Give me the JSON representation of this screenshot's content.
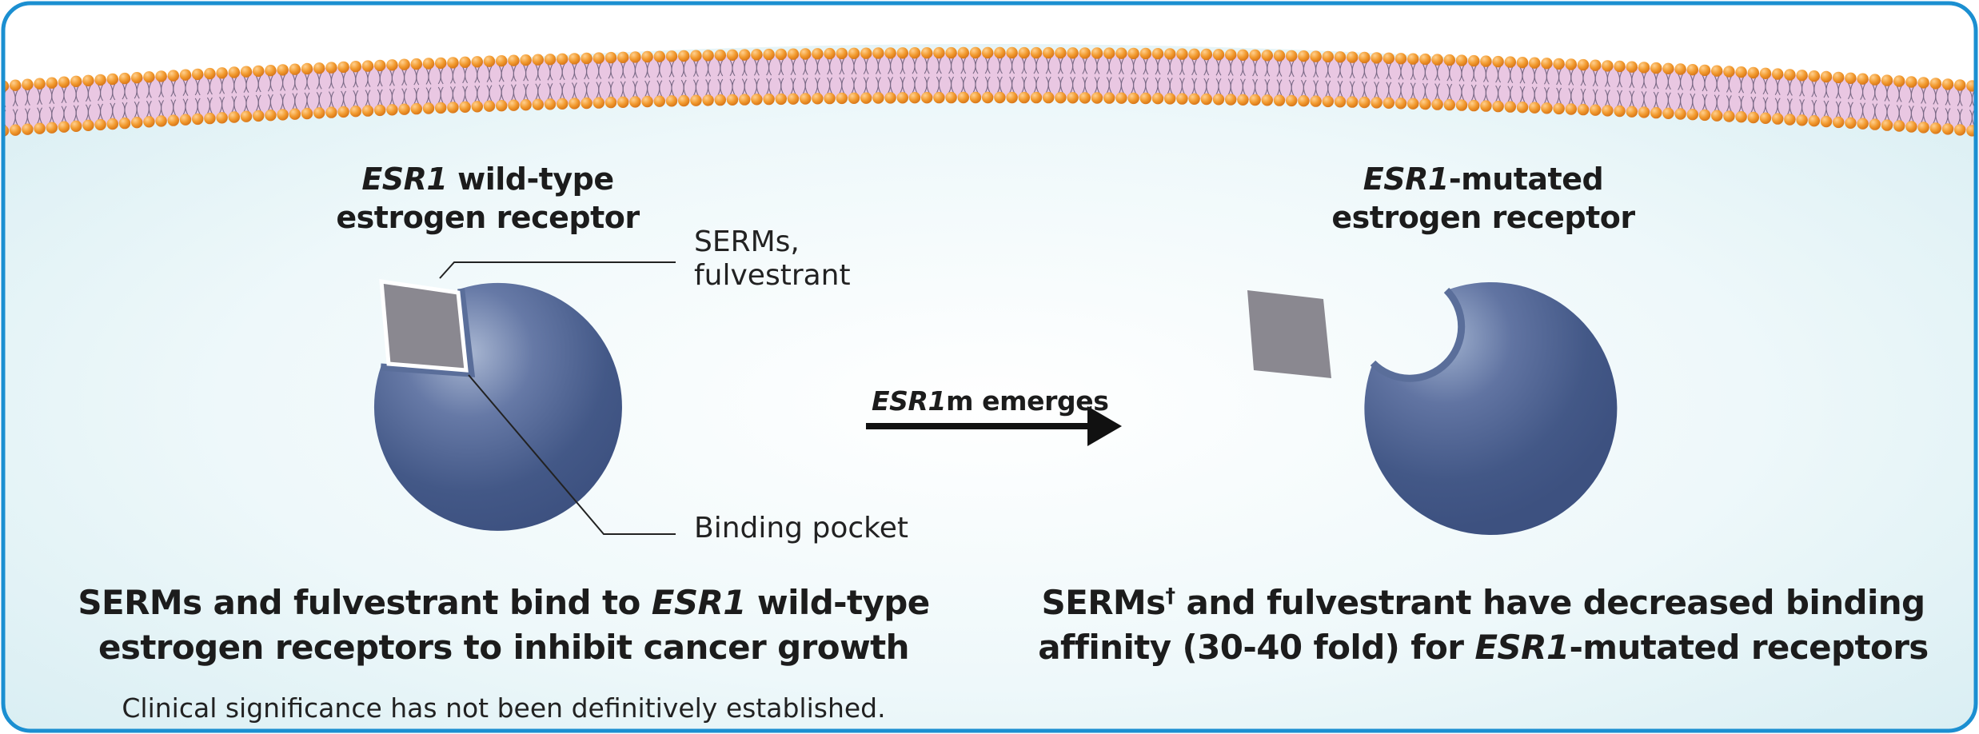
{
  "left": {
    "title_italic": "ESR1",
    "title_rest": " wild-type",
    "title_line2": "estrogen receptor",
    "callout_drug_line1": "SERMs,",
    "callout_drug_line2": "fulvestrant",
    "callout_pocket": "Binding pocket",
    "caption_line1_a": "SERMs and fulvestrant bind to ",
    "caption_line1_italic": "ESR1",
    "caption_line1_b": " wild-type",
    "caption_line2": "estrogen receptors to inhibit cancer growth",
    "note": "Clinical significance has not been definitively established."
  },
  "arrow": {
    "label_italic": "ESR1",
    "label_rest": "m emerges"
  },
  "right": {
    "title_italic": "ESR1",
    "title_rest": "-mutated",
    "title_line2": "estrogen receptor",
    "caption_line1_a": "SERMs",
    "caption_line1_sup": "†",
    "caption_line1_b": " and fulvestrant have decreased binding",
    "caption_line2_a": "affinity (30-40 fold) for ",
    "caption_line2_italic": "ESR1",
    "caption_line2_b": "-mutated receptors"
  },
  "colors": {
    "frame": "#1b8fd1",
    "membrane_head": "#f0922a",
    "membrane_fill": "#e9c7e2",
    "receptor": "#42578a",
    "drug": "#8a8890",
    "background": "#e4f2f6"
  }
}
